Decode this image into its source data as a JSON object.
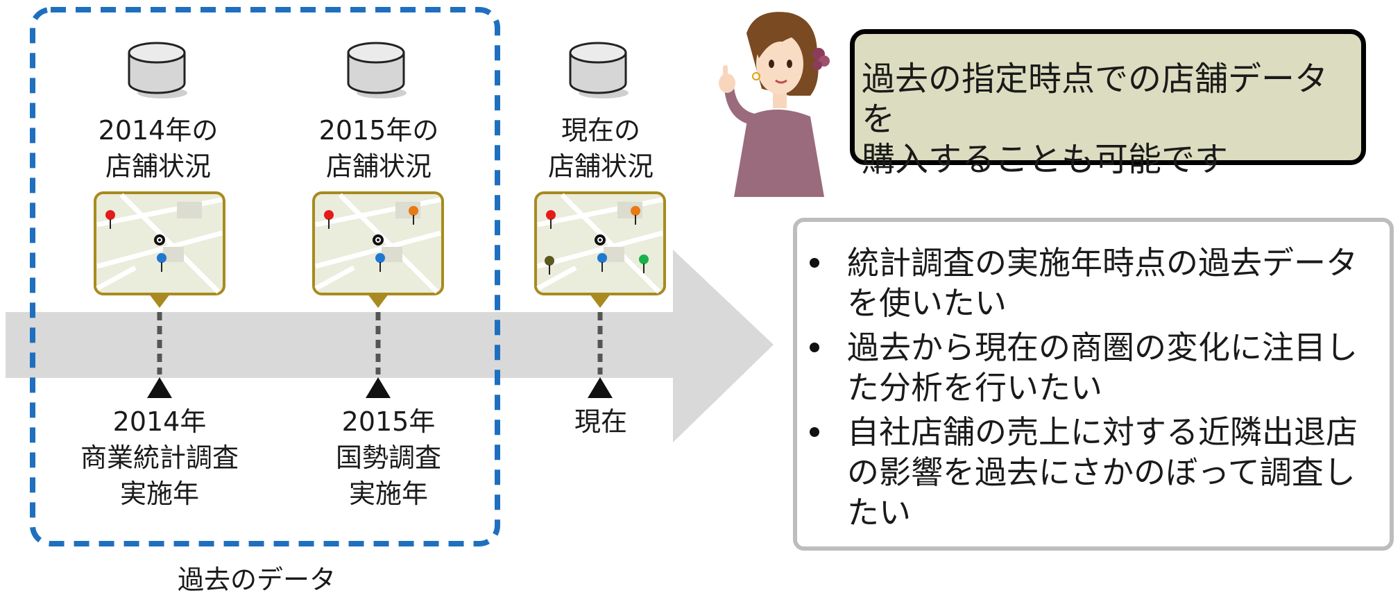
{
  "timeline": {
    "group_label": "過去のデータ",
    "snapshots": [
      {
        "line1": "2014年の",
        "line2": "店舗状況",
        "event_lines": [
          "2014年",
          "商業統計調査",
          "実施年"
        ]
      },
      {
        "line1": "2015年の",
        "line2": "店舗状況",
        "event_lines": [
          "2015年",
          "国勢調査",
          "実施年"
        ]
      },
      {
        "line1": "現在の",
        "line2": "店舗状況",
        "event_lines": [
          "現在"
        ]
      }
    ],
    "colors": {
      "arrow": "#d9d9d9",
      "group_border": "#1f6fbf",
      "map_border": "#a88a1e",
      "map_bg": "#eaecdc"
    }
  },
  "callout": {
    "line1": "過去の指定時点での店舗データを",
    "line2": "購入することも可能です",
    "bg": "#dcdcc0"
  },
  "use_cases": {
    "items": [
      {
        "line1": "統計調査の実施年時点の過去データ",
        "line2": "を使いたい"
      },
      {
        "line1": "過去から現在の商圏の変化に注目し",
        "line2": "た分析を行いたい"
      },
      {
        "line1": "自社店舗の売上に対する近隣出退店",
        "line2": "の影響を過去にさかのぼって調査し",
        "line3": "たい"
      }
    ]
  }
}
